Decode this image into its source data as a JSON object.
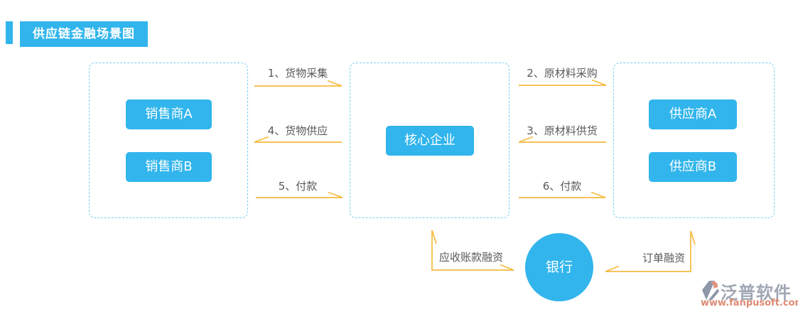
{
  "header": {
    "title": "供应链金融场景图"
  },
  "nodes": {
    "seller_a": "销售商A",
    "seller_b": "销售商B",
    "core": "核心企业",
    "supplier_a": "供应商A",
    "supplier_b": "供应商B",
    "bank": "银行"
  },
  "flows": {
    "f1": "1、货物采集",
    "f2": "2、原材料采购",
    "f3": "3、原材料供货",
    "f4": "4、货物供应",
    "f5": "5、付款",
    "f6": "6、付款",
    "receivable_financing": "应收账款融资",
    "order_financing": "订单融资"
  },
  "logo": {
    "name": "泛普软件",
    "site": "www.fanpusoft.com"
  },
  "colors": {
    "primary_blue": "#31b5ec",
    "box_dash_border": "#7ed0f6",
    "arrow_orange": "#f6ba3f",
    "label_text": "#58595b",
    "logo_gray": "#a0a7b4",
    "logo_salmon": "#dc8a73"
  }
}
